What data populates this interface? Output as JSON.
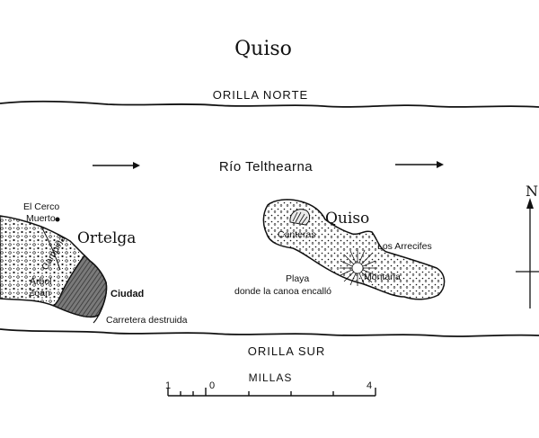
{
  "title": "Quiso",
  "shores": {
    "north": "ORILLA NORTE",
    "south": "ORILLA SUR"
  },
  "river": {
    "name": "Río Telthearna",
    "flow_arrow": "right-arrow-icon"
  },
  "islands": {
    "ortelga": {
      "name": "Ortelga",
      "labels": {
        "cerco_muerto": [
          "El Cerco",
          "Muerto"
        ],
        "campina": "Campiña",
        "arbol_zoan": [
          "Árbol",
          "Zoán"
        ],
        "ciudad": "Ciudad",
        "carretera": "Carretera destruida"
      }
    },
    "quiso": {
      "name": "Quiso",
      "labels": {
        "canteras": "Canteras",
        "arrecifes": "Los Arrecifes",
        "montana": "Montaña",
        "playa": [
          "Playa",
          "donde la canoa encalló"
        ]
      }
    }
  },
  "compass": {
    "north_letter": "N"
  },
  "scale": {
    "title": "MILLAS",
    "ticks": [
      "1",
      "0",
      "4"
    ]
  },
  "colors": {
    "ink": "#111111",
    "paper": "#ffffff",
    "city": "#555555"
  }
}
